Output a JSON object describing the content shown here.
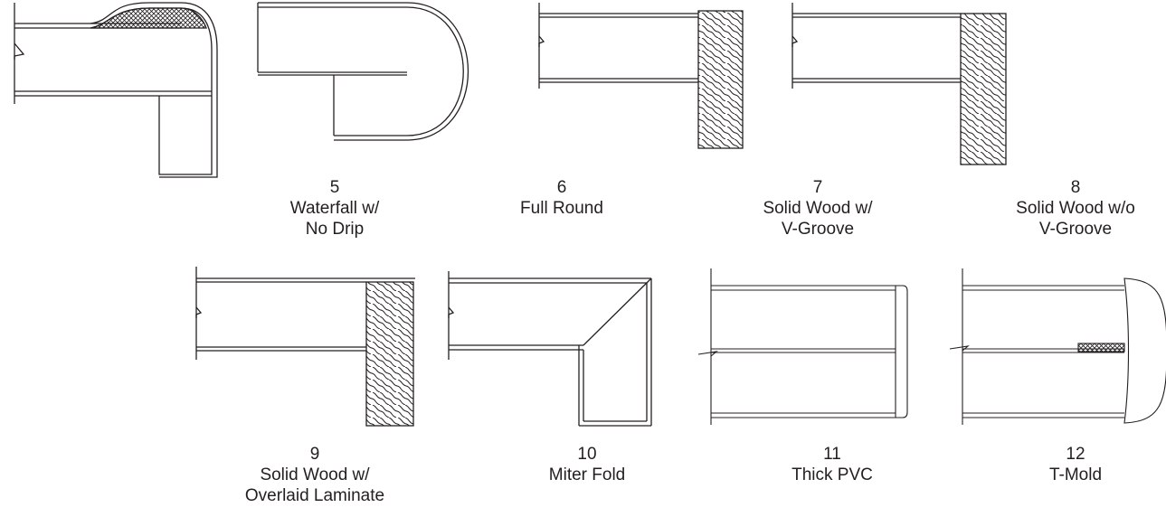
{
  "profiles": [
    {
      "id": "5",
      "number": "5",
      "name_lines": [
        "Waterfall w/",
        "No Drip"
      ]
    },
    {
      "id": "6",
      "number": "6",
      "name_lines": [
        "Full Round"
      ]
    },
    {
      "id": "7",
      "number": "7",
      "name_lines": [
        "Solid Wood w/",
        "V-Groove"
      ]
    },
    {
      "id": "8",
      "number": "8",
      "name_lines": [
        "Solid Wood w/o",
        "V-Groove"
      ]
    },
    {
      "id": "9",
      "number": "9",
      "name_lines": [
        "Solid Wood w/",
        "Overlaid Laminate"
      ]
    },
    {
      "id": "10",
      "number": "10",
      "name_lines": [
        "Miter Fold"
      ]
    },
    {
      "id": "11",
      "number": "11",
      "name_lines": [
        "Thick PVC"
      ]
    },
    {
      "id": "12",
      "number": "12",
      "name_lines": [
        "T-Mold"
      ]
    }
  ],
  "colors": {
    "line": "#231f20",
    "background": "#ffffff"
  }
}
